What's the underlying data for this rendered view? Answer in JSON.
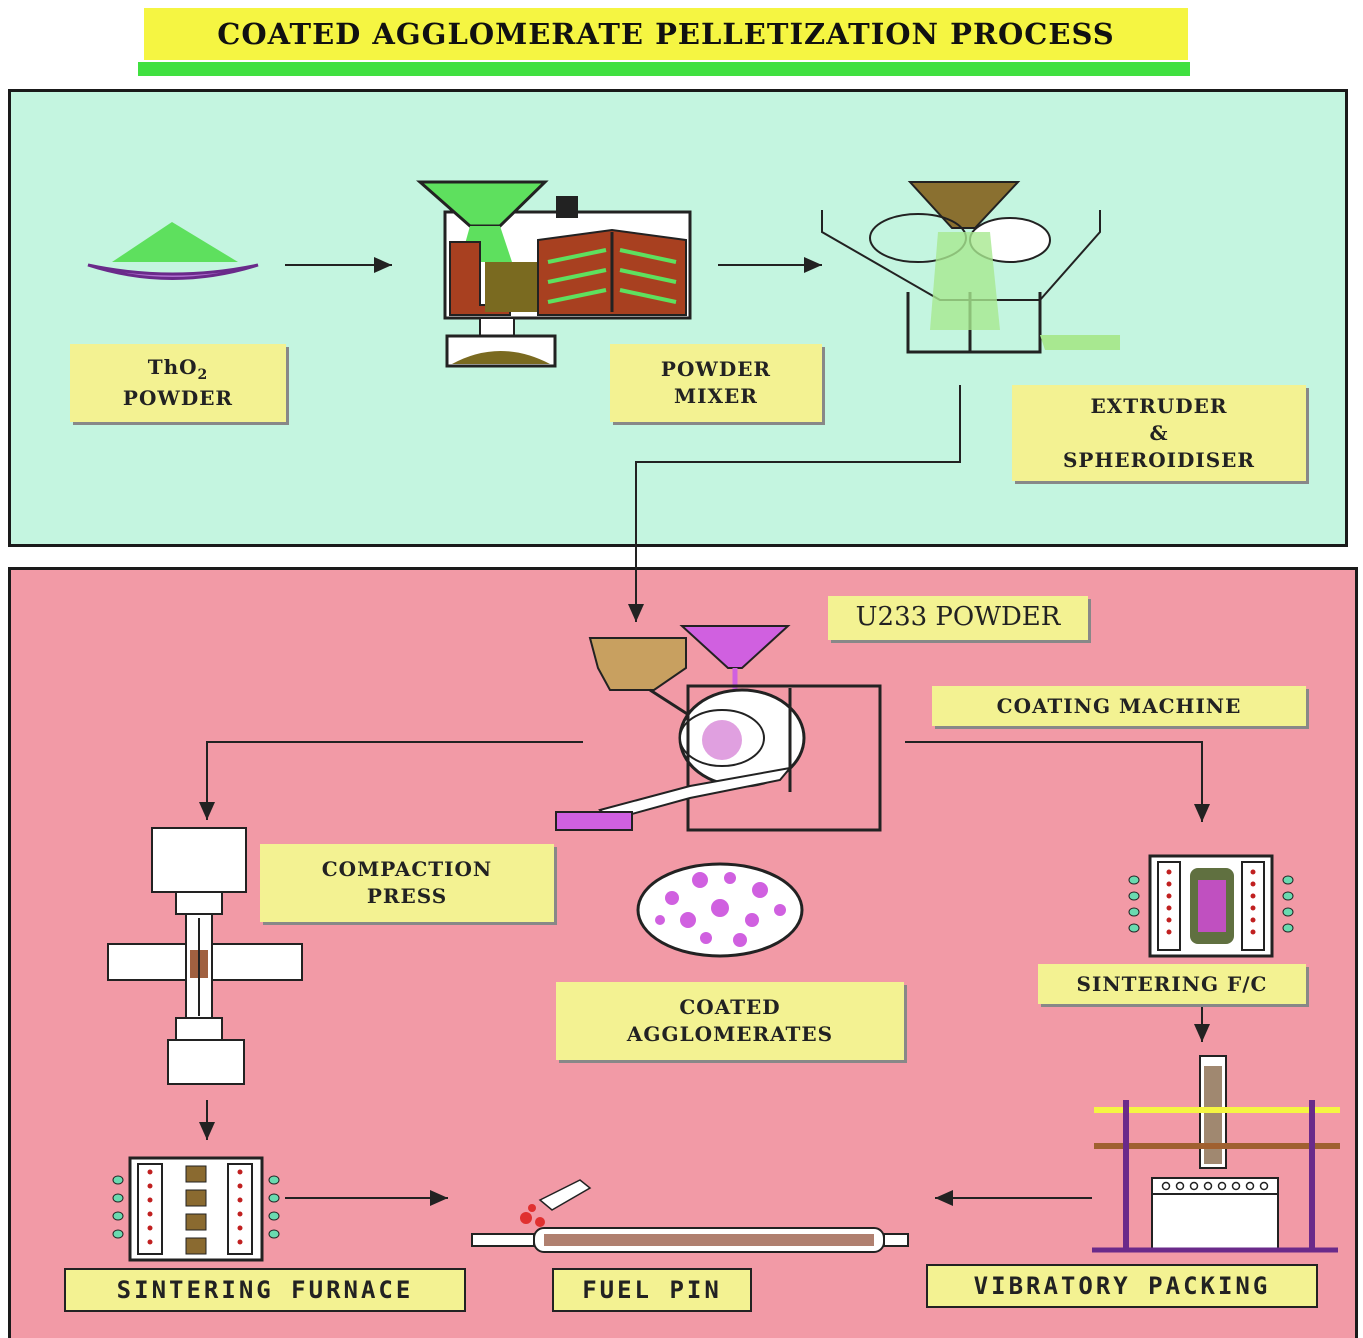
{
  "title": "COATED AGGLOMERATE PELLETIZATION PROCESS",
  "labels": {
    "tho2_powder_line1": "ThO",
    "tho2_powder_sub": "2",
    "tho2_powder_line2": "POWDER",
    "powder_mixer_line1": "POWDER",
    "powder_mixer_line2": "MIXER",
    "extruder_line1": "EXTRUDER",
    "extruder_line2": "&",
    "extruder_line3": "SPHEROIDISER",
    "u233_powder": "U233 POWDER",
    "coating_machine": "COATING MACHINE",
    "compaction_press_line1": "COMPACTION",
    "compaction_press_line2": "PRESS",
    "coated_agglomerates_line1": "COATED",
    "coated_agglomerates_line2": "AGGLOMERATES",
    "sintering_fc": "SINTERING F/C",
    "sintering_furnace": "SINTERING FURNACE",
    "fuel_pin": "FUEL PIN",
    "vibratory_packing": "VIBRATORY PACKING"
  },
  "colors": {
    "title_bg": "#f5f542",
    "title_underline": "#40e040",
    "top_panel": "#c4f5e0",
    "bottom_panel": "#f29aa6",
    "label_bg": "#f3f292",
    "tho2_green": "#5ee05e",
    "u233_magenta": "#d060e0",
    "mixer_brown": "#a84020"
  }
}
